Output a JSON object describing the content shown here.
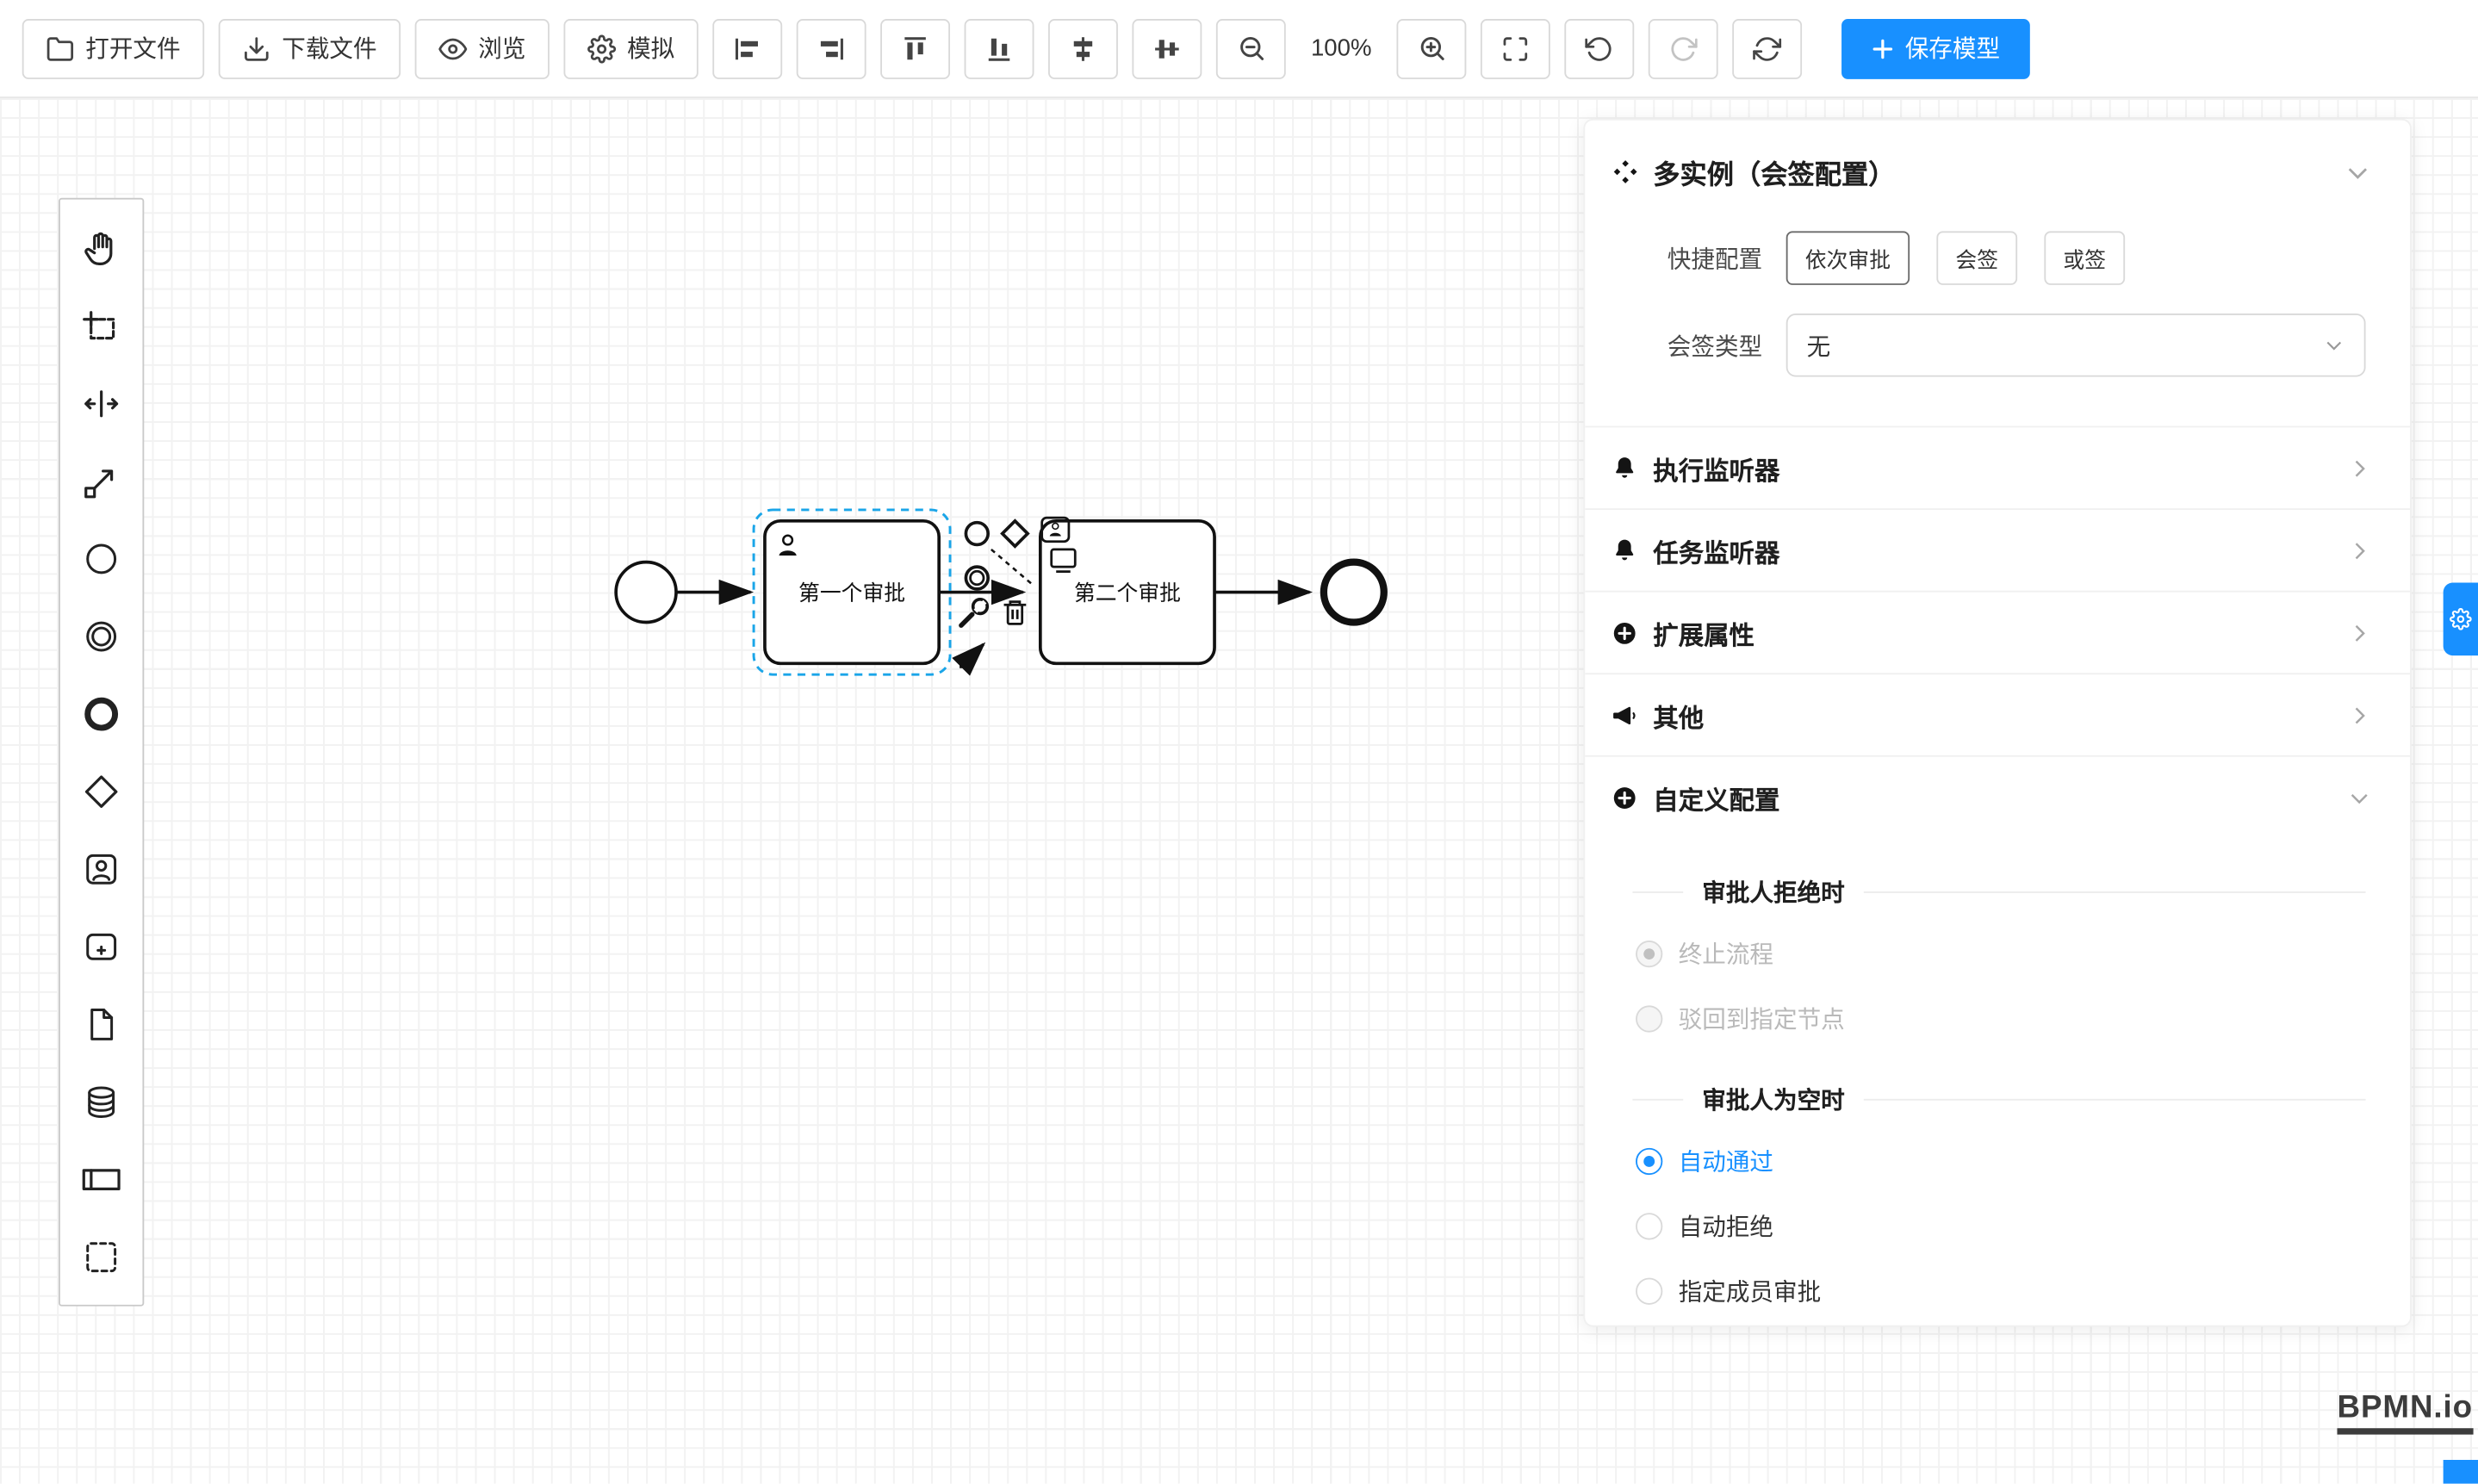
{
  "colors": {
    "accent": "#1890ff",
    "selection": "#1aa5e8"
  },
  "toolbar": {
    "open_file": "打开文件",
    "download_file": "下载文件",
    "browse": "浏览",
    "simulate": "模拟",
    "zoom_level": "100%",
    "save_model": "保存模型",
    "icon_names": [
      "folder-icon",
      "download-icon",
      "eye-icon",
      "gear-icon",
      "align-left-icon",
      "align-right-icon",
      "align-top-icon",
      "align-bottom-icon",
      "distribute-horizontal-icon",
      "distribute-vertical-icon",
      "zoom-out-icon",
      "zoom-in-icon",
      "fit-viewport-icon",
      "undo-icon",
      "redo-icon",
      "refresh-icon",
      "plus-icon"
    ]
  },
  "palette": {
    "tools": [
      "hand-tool",
      "lasso-tool",
      "space-tool",
      "global-connect-tool",
      "start-event",
      "intermediate-event",
      "end-event",
      "gateway",
      "user-task",
      "sub-process",
      "data-object",
      "data-store",
      "participant",
      "group"
    ]
  },
  "diagram": {
    "task1": {
      "label": "第一个审批",
      "selected": true
    },
    "task2": {
      "label": "第二个审批"
    },
    "context_pad": [
      "event-icon",
      "gateway-icon",
      "user-task-icon",
      "intermediate-event-icon",
      "screen-icon",
      "wrench-icon",
      "trash-icon",
      "connection-icon"
    ]
  },
  "panel": {
    "title": "多实例（会签配置）",
    "quick_config_label": "快捷配置",
    "quick_options": [
      "依次审批",
      "会签",
      "或签"
    ],
    "sign_type_label": "会签类型",
    "sign_type_value": "无",
    "sections": [
      {
        "label": "执行监听器",
        "icon": "bell-icon"
      },
      {
        "label": "任务监听器",
        "icon": "bell-icon"
      },
      {
        "label": "扩展属性",
        "icon": "plus-circle-icon"
      },
      {
        "label": "其他",
        "icon": "megaphone-icon"
      },
      {
        "label": "自定义配置",
        "icon": "plus-circle-icon"
      }
    ],
    "reject_section": {
      "title": "审批人拒绝时",
      "options": [
        {
          "label": "终止流程",
          "checked": true,
          "disabled": true
        },
        {
          "label": "驳回到指定节点",
          "checked": false,
          "disabled": true
        }
      ]
    },
    "empty_section": {
      "title": "审批人为空时",
      "options": [
        {
          "label": "自动通过",
          "checked": true,
          "disabled": false
        },
        {
          "label": "自动拒绝",
          "checked": false,
          "disabled": false
        },
        {
          "label": "指定成员审批",
          "checked": false,
          "disabled": false
        }
      ]
    }
  },
  "watermark": "BPMN.io"
}
